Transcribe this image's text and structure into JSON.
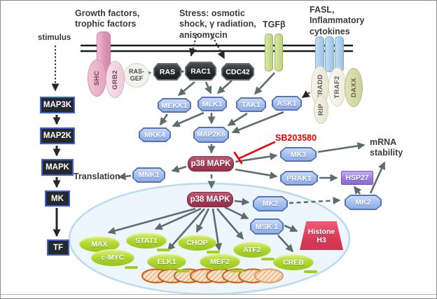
{
  "figure": {
    "type": "p38 MAPK signaling pathway diagram"
  },
  "colors": {
    "arrow_gray": "#5d6c6c",
    "cascade_arrow_black": "#272727",
    "inhibitor_red": "#ee0000",
    "kinase_fill_blue": "#a9c2f1",
    "kinase_border_blue": "#5574b6",
    "p38_maroon": "#a63a52",
    "gtpase_black": "#24282a",
    "nucleus_fill": "#edf5fd",
    "nucleus_border": "#badbf0",
    "tf_green": "#a2cf22",
    "hsp27_purple": "#9b7ae2",
    "histone_red": "#d83b58",
    "dna_orange": "#c9681a",
    "membrane_black": "#1b1b1b"
  },
  "labels": {
    "stimulus": "stimulus",
    "growth_factors": "Growth factors,\ntrophic factors",
    "stress": "Stress: osmotic\nshock, γ radiation,\nanisomycin",
    "tgfb": "TGFβ",
    "fasl": "FASL,\nInflammatory\ncytokines",
    "translation": "Translation",
    "mrna_stability": "mRNA\nstability",
    "sb203580": "SB203580"
  },
  "cascade": {
    "map3k": "MAP3K",
    "map2k": "MAP2K",
    "mapk": "MAPK",
    "mk": "MK",
    "tf": "TF"
  },
  "adaptors": {
    "shc": "SHC",
    "grb2": "GRB2",
    "ras_gef": "RAS-\nGEF",
    "tradd": "TRADD",
    "rip": "RIP",
    "traf2": "TRAF2",
    "daxx": "DAXX"
  },
  "gtpases": {
    "ras": "RAS",
    "rac1": "RAC1",
    "cdc42": "CDC42"
  },
  "map3ks": {
    "mekk1": "MEKK1",
    "mlk1": "MLK1",
    "tak1": "TAK1",
    "ask1": "ASK1"
  },
  "map2ks": {
    "mkk4": "MKK4",
    "map2k6": "MAP2K6"
  },
  "p38": {
    "cytoplasmic": "p38 MAPK",
    "nuclear": "p38 MAPK"
  },
  "downstream": {
    "mnk1": "MNK1",
    "mk3": "MK3",
    "prak1": "PRAK1",
    "mk2_nuclear": "MK2",
    "mk2_cytoplasmic": "MK2",
    "msk1": "MSK 1",
    "hsp27": "HSP27",
    "histone_h3": "Histone\nH3"
  },
  "transcription_factors": [
    "MAX",
    "c-MYC",
    "STAT1",
    "ELK1",
    "CHOP",
    "MEF2",
    "ATF2",
    "CREB"
  ]
}
